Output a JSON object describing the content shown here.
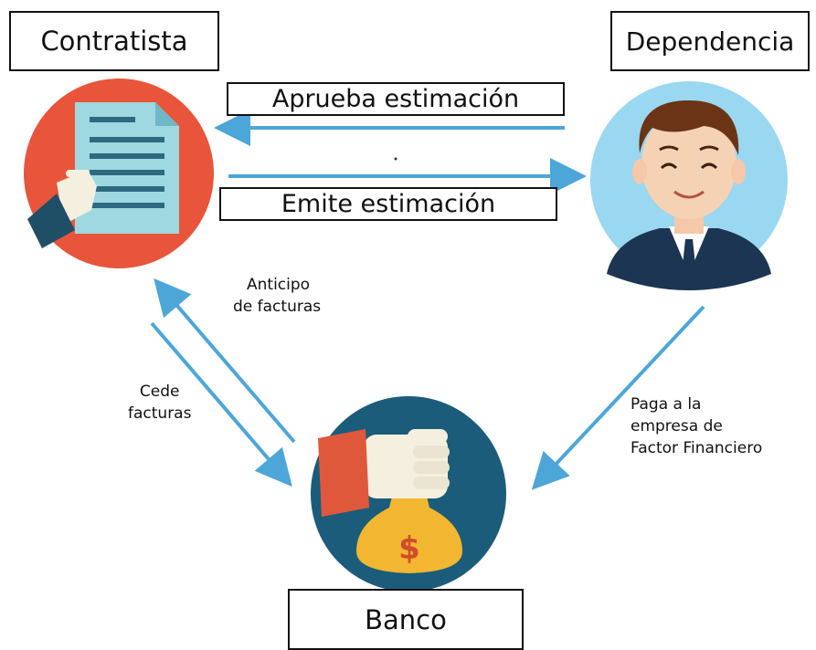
{
  "nodes": {
    "contratista": "Contratista",
    "dependencia": "Dependencia",
    "banco": "Banco"
  },
  "edges": {
    "aprueba": "Aprueba estimación",
    "emite": "Emite estimación",
    "anticipo": [
      "Anticipo",
      "de facturas"
    ],
    "cede": [
      "Cede",
      "facturas"
    ],
    "paga": [
      "Paga a la",
      "empresa de",
      "Factor Financiero"
    ]
  },
  "colors": {
    "arrow": "#4da6d8",
    "contratista_circle": "#e8553a",
    "document": "#9fd8e0",
    "document_lines": "#2d6a80",
    "dependencia_circle": "#9ad7f1",
    "banco_circle": "#1b5c7a",
    "money_bag": "#f2b630",
    "hand_skin": "#f5efe0",
    "sleeve": "#e0583c"
  }
}
